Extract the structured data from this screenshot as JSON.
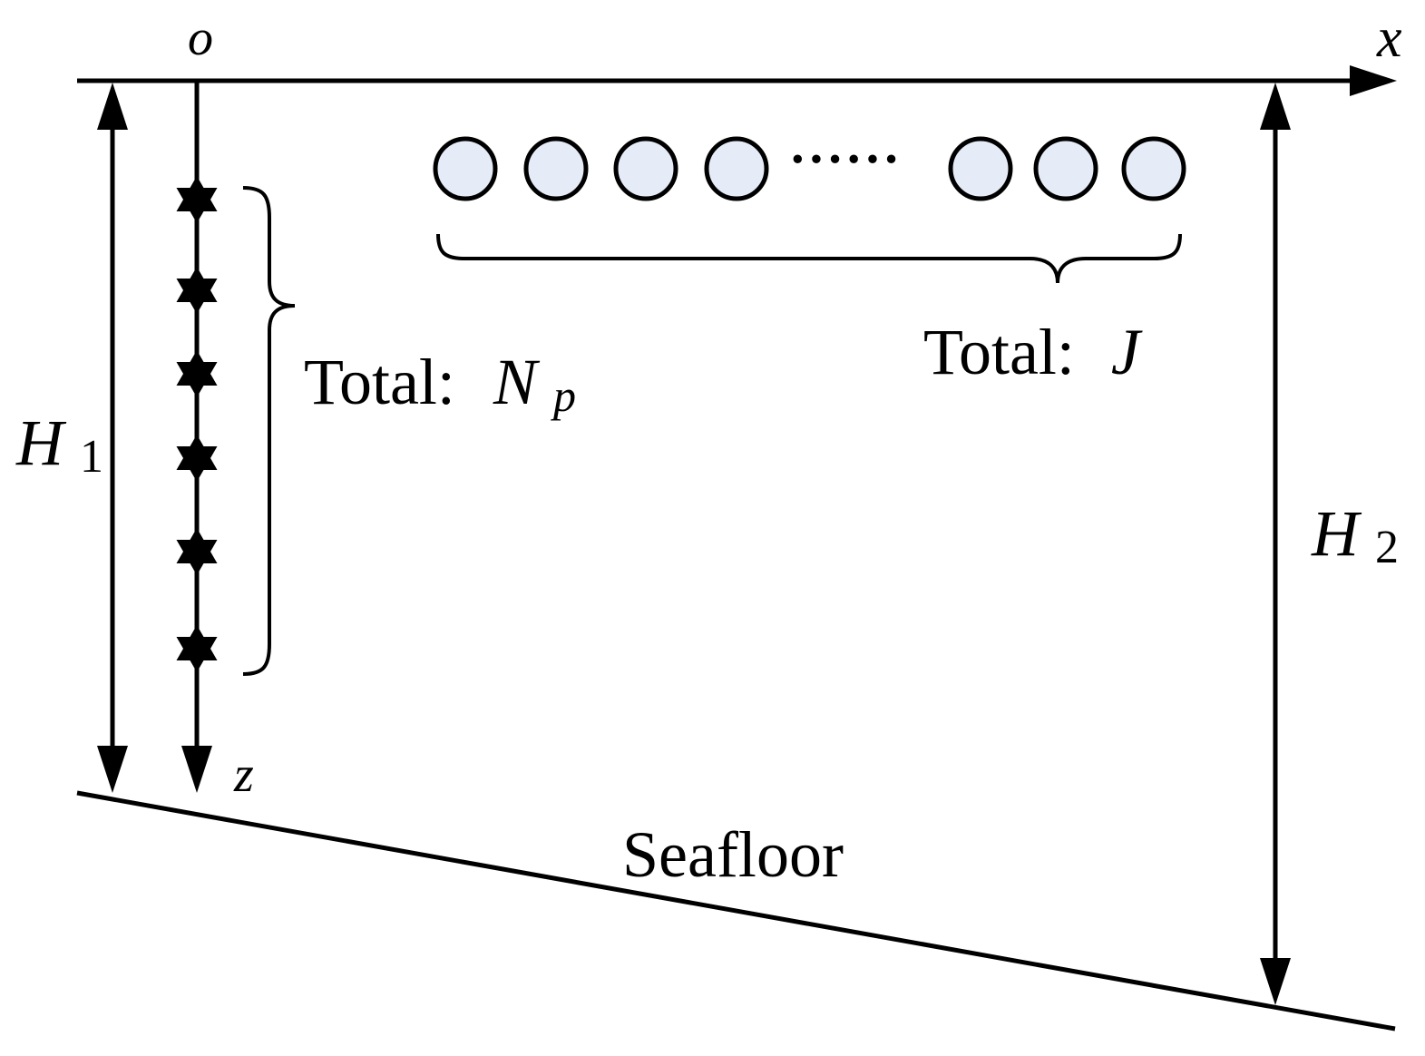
{
  "labels": {
    "origin": "o",
    "x_axis": "x",
    "z_axis": "z",
    "h1_main": "H",
    "h1_sub": "1",
    "h2_main": "H",
    "h2_sub": "2",
    "total_np_prefix": "Total:",
    "total_np_var": "N",
    "total_np_sub": "p",
    "total_j_prefix": "Total:",
    "total_j_var": "J",
    "seafloor": "Seafloor",
    "ellipsis": "······"
  },
  "sensors": {
    "count_drawn": 6
  },
  "sources": {
    "count_drawn": 7
  },
  "colors": {
    "stroke": "#000000",
    "source_fill": "#e6ecf7"
  }
}
